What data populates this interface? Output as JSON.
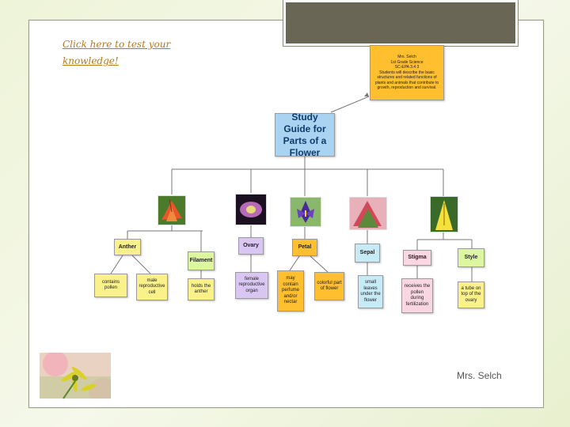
{
  "link_text": "Click here to test your knowledge!",
  "signature": "Mrs. Selch",
  "standard": "Mrs. Selch\n1st Grade Science\nSC-EPA 3.4 3\nStudents will describe the basic structures and related functions of plants and animals that contribute to growth, reproduction and survival.",
  "title": "Study Guide for Parts of a Flower",
  "parts": {
    "anther": "Anther",
    "filament": "Filament",
    "ovary": "Ovary",
    "petal": "Petal",
    "sepal": "Sepal",
    "stigma": "Stigma",
    "style": "Style"
  },
  "descriptions": {
    "anther_1": "contains pollen",
    "anther_2": "male reproductive cell",
    "filament": "holds the anther",
    "ovary": "female reproductive organ",
    "petal_1": "may contain perfume and/or nectar",
    "petal_2": "colorful part of flower",
    "sepal": "small leaves under the flower",
    "stigma": "receives the pollen during fertilization",
    "style": "a tube on top of the ovary"
  },
  "colors": {
    "accent_link": "#b87a1a",
    "title_box": "#a9d3f1",
    "orange": "#ffbf2e"
  }
}
